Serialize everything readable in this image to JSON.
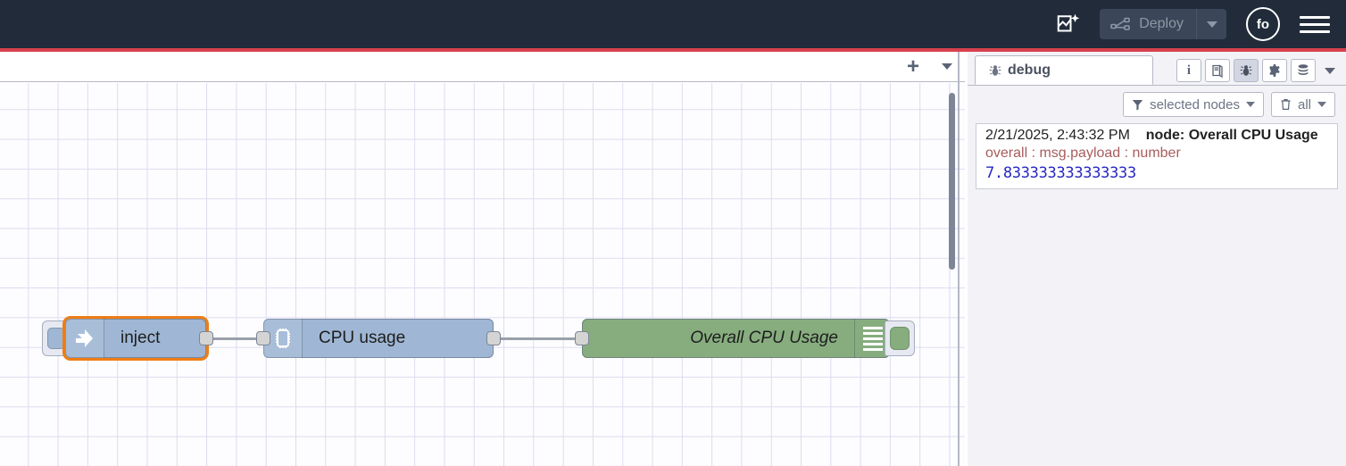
{
  "header": {
    "ai_icon": "ai-flow-icon",
    "deploy_label": "Deploy",
    "deploy_icon": "deploy-icon",
    "deploy_caret_icon": "chevron-down-icon",
    "avatar_initials": "fo",
    "menu_icon": "hamburger-menu-icon",
    "accent_bar_color": "#d7414d",
    "background_color": "#212b3a"
  },
  "workspace": {
    "add_tab_icon": "plus-icon",
    "tab_menu_icon": "chevron-down-icon"
  },
  "flow": {
    "nodes": [
      {
        "id": "inject",
        "label": "inject",
        "type": "inject",
        "icon": "inject-arrow-icon",
        "color": "#9fb7d4",
        "selected": true,
        "button_icon": "inject-trigger-button"
      },
      {
        "id": "cpu-usage",
        "label": "CPU usage",
        "type": "cpu",
        "icon": "microchip-icon",
        "color": "#9fb7d4",
        "selected": false
      },
      {
        "id": "overall-cpu-usage",
        "label": "Overall CPU Usage",
        "type": "debug",
        "icon": "debug-lines-icon",
        "color": "#87ad7f",
        "selected": false,
        "button_icon": "debug-enable-button"
      }
    ]
  },
  "sidebar": {
    "tab": {
      "label": "debug",
      "icon": "bug-icon"
    },
    "tools": [
      {
        "name": "info-icon",
        "glyph": "i",
        "active": false
      },
      {
        "name": "help-book-icon",
        "glyph": "book",
        "active": false
      },
      {
        "name": "debug-bug-icon",
        "glyph": "bug",
        "active": true
      },
      {
        "name": "config-gear-icon",
        "glyph": "gear",
        "active": false
      },
      {
        "name": "context-data-icon",
        "glyph": "stack",
        "active": false
      }
    ],
    "tools_caret_icon": "chevron-down-icon",
    "filters": {
      "scope": {
        "label": "selected nodes",
        "icon": "filter-icon",
        "caret_icon": "chevron-down-icon"
      },
      "clear": {
        "label": "all",
        "icon": "trash-icon",
        "caret_icon": "chevron-down-icon"
      }
    },
    "messages": [
      {
        "timestamp": "2/21/2025, 2:43:32 PM",
        "source": "node: Overall CPU Usage",
        "topic_line": "overall : msg.payload : number",
        "value": "7.833333333333333"
      }
    ]
  }
}
